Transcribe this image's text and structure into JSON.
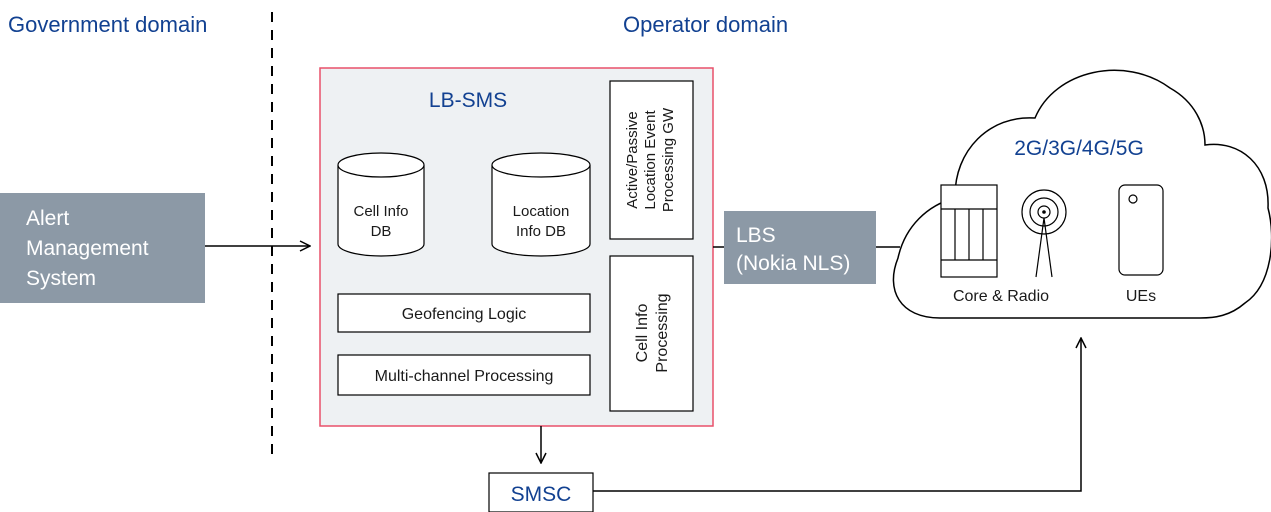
{
  "domains": {
    "government": "Government domain",
    "operator": "Operator domain"
  },
  "alert_system": {
    "line1": "Alert",
    "line2": "Management",
    "line3": "System"
  },
  "lbsms": {
    "title": "LB-SMS",
    "cell_info_db": {
      "line1": "Cell Info",
      "line2": "DB"
    },
    "location_info_db": {
      "line1": "Location",
      "line2": "Info DB"
    },
    "gateway": {
      "line1": "Active/Passive",
      "line2": "Location Event",
      "line3": "Processing GW"
    },
    "cell_info_processing": {
      "line1": "Cell Info",
      "line2": "Processing"
    },
    "geofencing": "Geofencing Logic",
    "multichannel": "Multi-channel Processing"
  },
  "lbs": {
    "line1": "LBS",
    "line2": "(Nokia NLS)"
  },
  "smsc": "SMSC",
  "cloud": {
    "title": "2G/3G/4G/5G",
    "core_radio": "Core & Radio",
    "ues": "UEs"
  },
  "colors": {
    "brand_blue": "#124191",
    "gray_box": "#8c99a6",
    "lbsms_border": "#e8506a",
    "lbsms_fill": "#eef1f3"
  }
}
